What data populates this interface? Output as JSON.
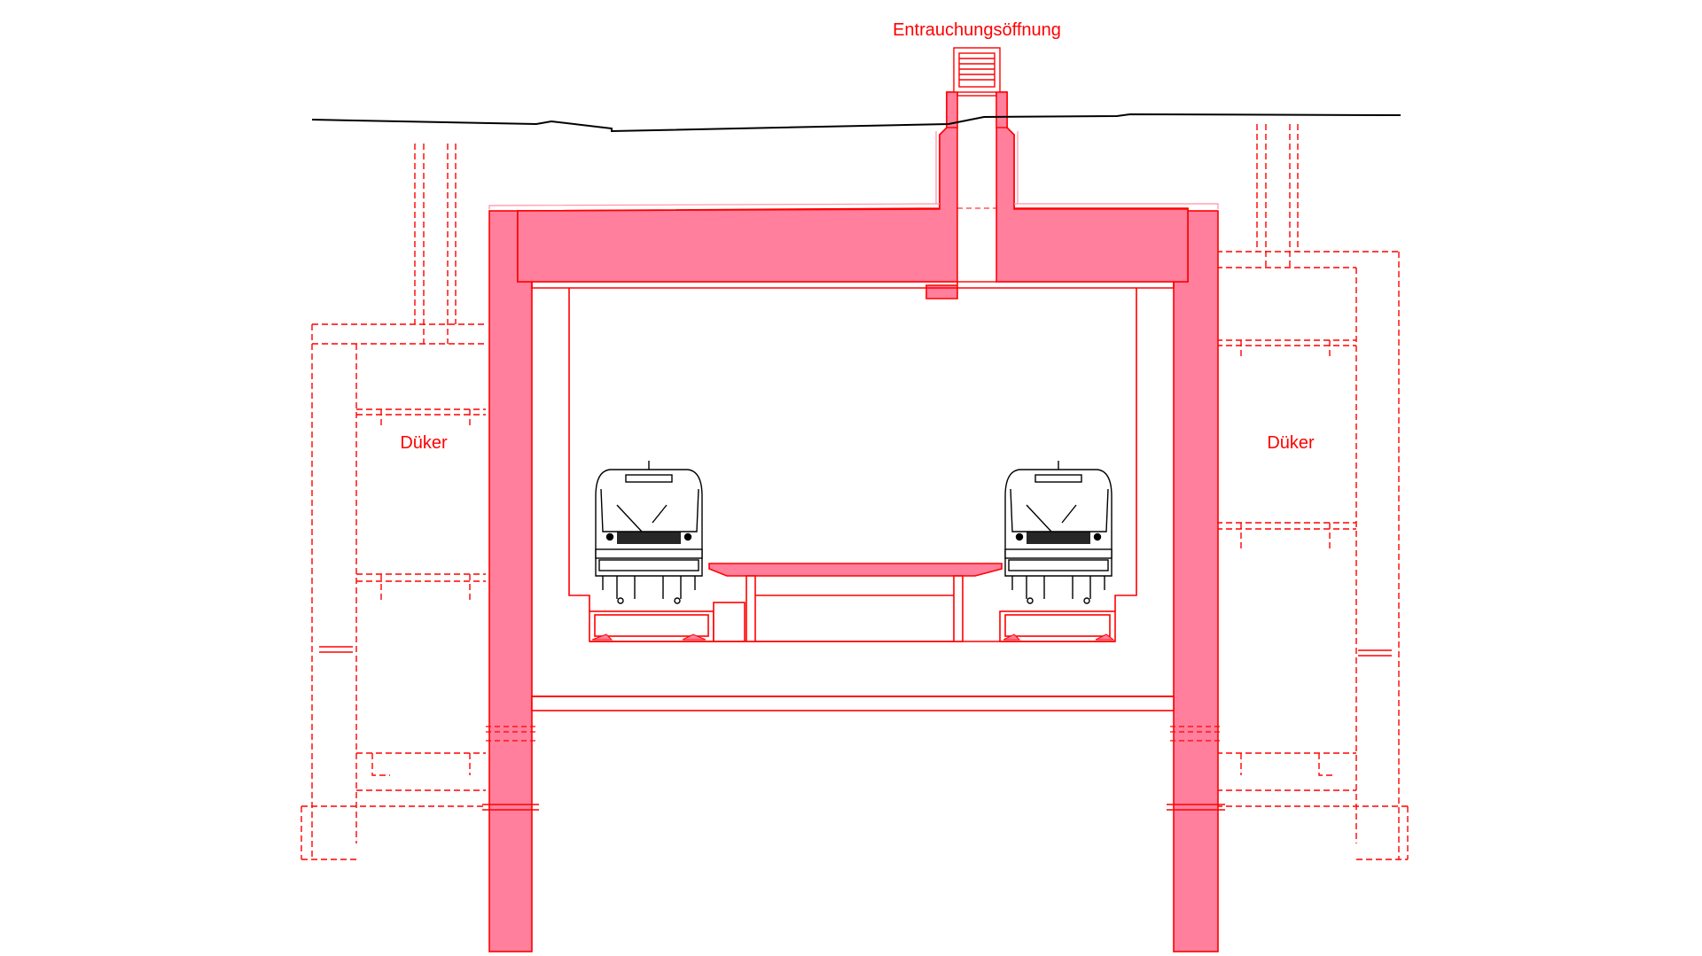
{
  "labels": {
    "smoke_vent": "Entrauchungsöffnung",
    "culvert_left": "Düker",
    "culvert_right": "Düker"
  },
  "colors": {
    "structure_fill": "#ff7f9d",
    "structure_line": "#ff0000",
    "label": "#ff0000",
    "ground_line": "#000000",
    "train_line": "#000000",
    "background": "#ffffff"
  }
}
